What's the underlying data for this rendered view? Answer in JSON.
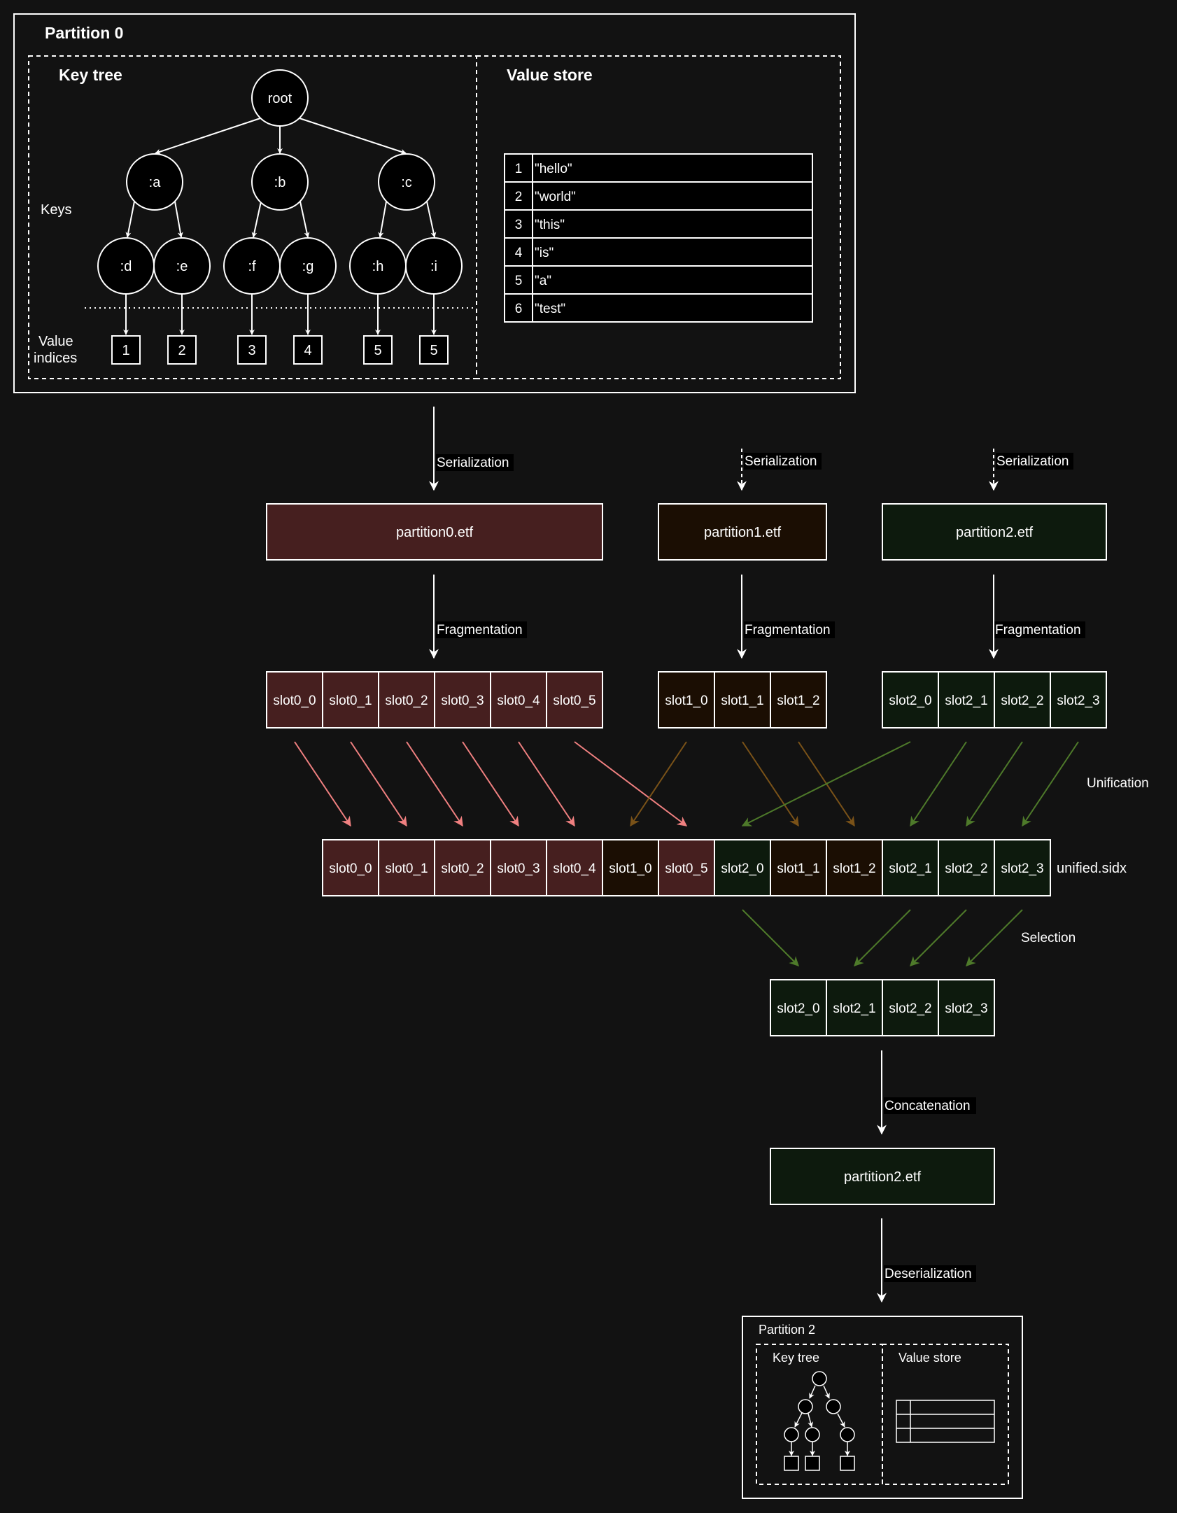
{
  "partition0": {
    "title": "Partition 0",
    "key_tree_title": "Key tree",
    "value_store_title": "Value store",
    "keys_label": "Keys",
    "value_indices_label_line1": "Value",
    "value_indices_label_line2": "indices",
    "root_label": "root",
    "level1": [
      ":a",
      ":b",
      ":c"
    ],
    "level2": [
      ":d",
      ":e",
      ":f",
      ":g",
      ":h",
      ":i"
    ],
    "value_indices": [
      "1",
      "2",
      "3",
      "4",
      "5",
      "5"
    ],
    "value_store": [
      {
        "index": "1",
        "value": "\"hello\""
      },
      {
        "index": "2",
        "value": "\"world\""
      },
      {
        "index": "3",
        "value": "\"this\""
      },
      {
        "index": "4",
        "value": "\"is\""
      },
      {
        "index": "5",
        "value": "\"a\""
      },
      {
        "index": "6",
        "value": "\"test\""
      }
    ]
  },
  "steps": {
    "serialization": "Serialization",
    "fragmentation": "Fragmentation",
    "unification": "Unification",
    "selection": "Selection",
    "concatenation": "Concatenation",
    "deserialization": "Deserialization"
  },
  "files": {
    "partition0": "partition0.etf",
    "partition1": "partition1.etf",
    "partition2": "partition2.etf",
    "unified": "unified.sidx",
    "result": "partition2.etf"
  },
  "fragments": {
    "p0": [
      "slot0_0",
      "slot0_1",
      "slot0_2",
      "slot0_3",
      "slot0_4",
      "slot0_5"
    ],
    "p1": [
      "slot1_0",
      "slot1_1",
      "slot1_2"
    ],
    "p2": [
      "slot2_0",
      "slot2_1",
      "slot2_2",
      "slot2_3"
    ]
  },
  "unified_slots": [
    "slot0_0",
    "slot0_1",
    "slot0_2",
    "slot0_3",
    "slot0_4",
    "slot1_0",
    "slot0_5",
    "slot2_0",
    "slot1_1",
    "slot1_2",
    "slot2_1",
    "slot2_2",
    "slot2_3"
  ],
  "selected_slots": [
    "slot2_0",
    "slot2_1",
    "slot2_2",
    "slot2_3"
  ],
  "partition2": {
    "title": "Partition 2",
    "key_tree_title": "Key tree",
    "value_store_title": "Value store"
  },
  "colors": {
    "background": "#121212",
    "partition0_fill": "#461f1f",
    "partition1_fill": "#1b0e03",
    "partition2_fill": "#0d1a0d",
    "partition0_arrow": "#f08080",
    "partition1_arrow": "#7a5218",
    "partition2_arrow": "#4e7a2a",
    "line": "#ffffff"
  }
}
